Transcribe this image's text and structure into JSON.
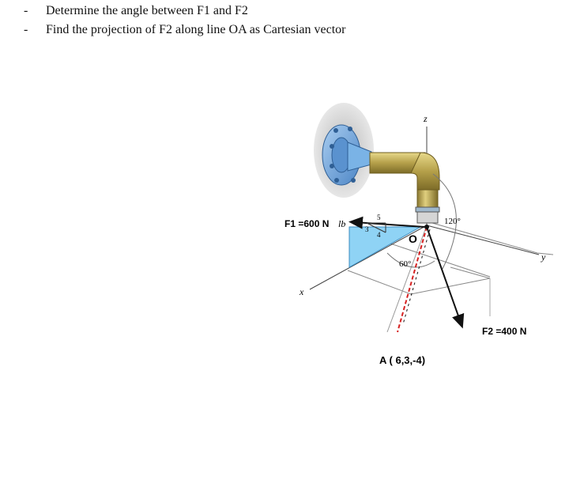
{
  "tasks": [
    {
      "bullet": "-",
      "text": "Determine the angle between F1 and F2"
    },
    {
      "bullet": "-",
      "text": "Find the projection of F2 along line OA  as Cartesian vector"
    }
  ],
  "figure": {
    "f1_label": "F1 =600 N",
    "f1_unit": "lb",
    "f2_label": "F2 =400 N",
    "point_a_label": "A ( 6,3,-4)",
    "origin_label": "O",
    "axis_x": "x",
    "axis_y": "y",
    "axis_z": "z",
    "angle_120": "120°",
    "angle_60": "60°",
    "slope_5": "5",
    "slope_3": "3",
    "slope_4": "4",
    "colors": {
      "triangle_fill": "#8fd3f5",
      "flange": "#6fa8dc",
      "pipe_gold": "#b5a04a",
      "line_oa": "#d62020"
    }
  }
}
